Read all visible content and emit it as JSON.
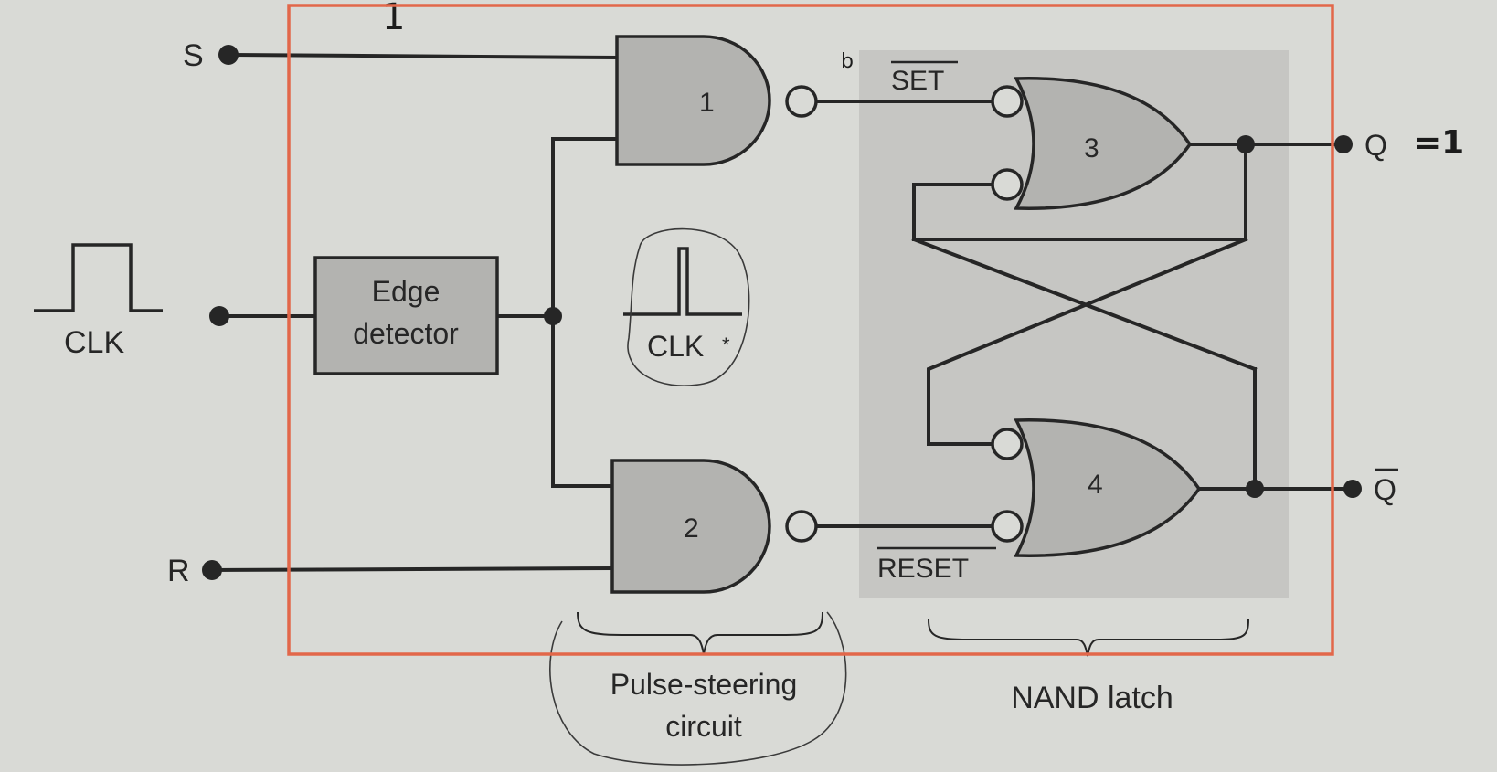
{
  "inputs": {
    "s": "S",
    "r": "R",
    "clk": "CLK"
  },
  "outputs": {
    "q": "Q",
    "q_bar": "Q"
  },
  "blocks": {
    "edge_detector_line1": "Edge",
    "edge_detector_line2": "detector"
  },
  "clk_star": "CLK",
  "gates": {
    "g1": "1",
    "g2": "2",
    "g3": "3",
    "g4": "4"
  },
  "signals": {
    "set_bar": "SET",
    "reset_bar": "RESET"
  },
  "braces": {
    "pulse_steering_line1": "Pulse-steering",
    "pulse_steering_line2": "circuit",
    "nand_latch": "NAND latch"
  },
  "annotations": {
    "q_value": "=1",
    "top_mark": "1",
    "small_mark": "b"
  },
  "colors": {
    "paper": "#d9dad6",
    "shaded_region": "#c4c4c1",
    "gate_fill": "#b3b3b0",
    "ink": "#262626",
    "highlight_box": "#e2674a"
  }
}
